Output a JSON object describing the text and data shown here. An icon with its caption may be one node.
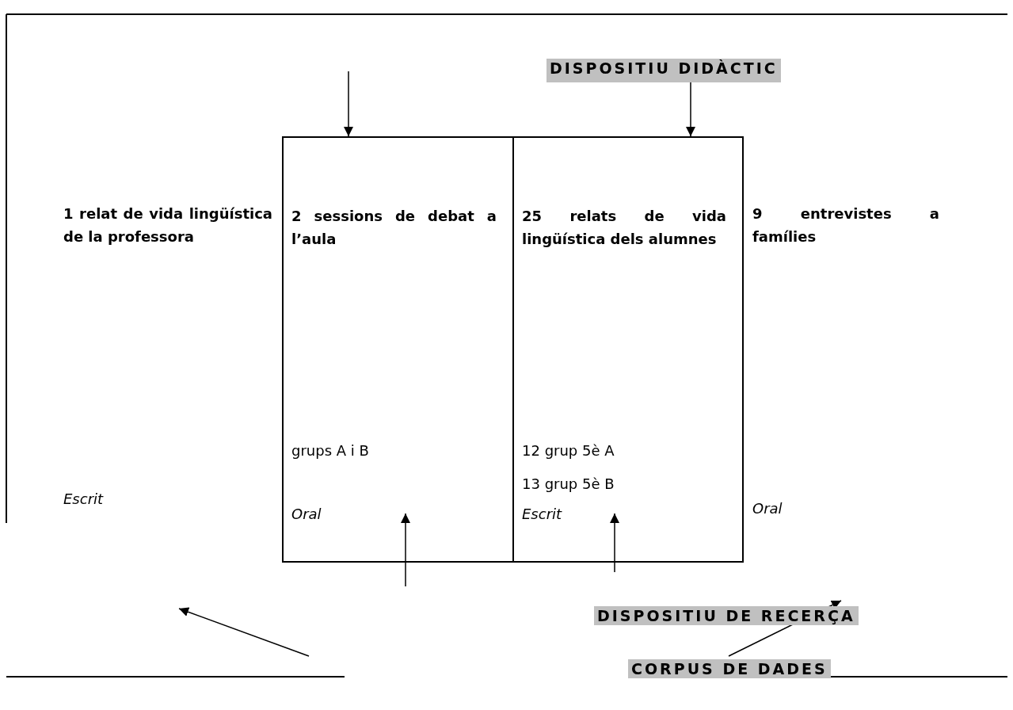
{
  "diagram": {
    "nodes": [
      {
        "text": [
          "DISPOSITIU DIDÀCTIC"
        ]
      },
      {
        "text": [
          "1 relat de vida lingüística de la professora",
          "Escrit"
        ]
      },
      {
        "text": [
          "2 sessions de debat a l’aula",
          "grups A i B",
          "Oral"
        ]
      },
      {
        "text": [
          "25 relats de vida lingüística dels alumnes",
          "12 grup 5è A",
          "13 grup 5è B",
          "Escrit"
        ]
      },
      {
        "text": [
          "9 entrevistes a famílies",
          "Oral"
        ]
      },
      {
        "text": [
          "DISPOSITIU DE RECERÇA"
        ]
      }
    ],
    "edges": [
      {
        "from": null,
        "to": 2,
        "arrow": "to"
      },
      {
        "from": 0,
        "to": 3,
        "arrow": "to"
      },
      {
        "from": null,
        "to": 2,
        "arrow": "to"
      },
      {
        "from": null,
        "to": 3,
        "arrow": "to"
      }
    ],
    "labels": [
      "CORPUS DE DADES"
    ]
  }
}
